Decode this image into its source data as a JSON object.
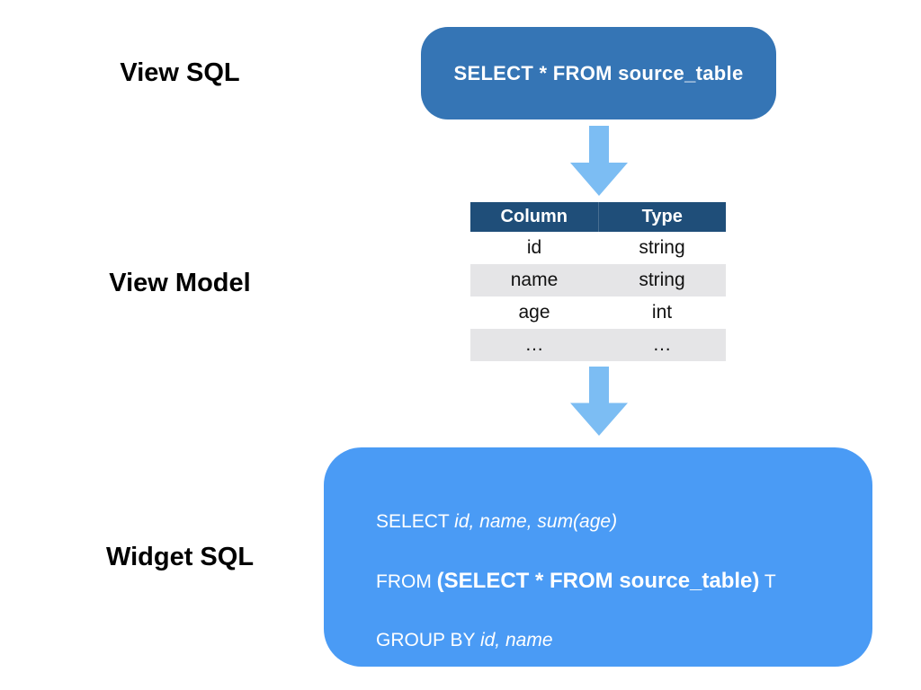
{
  "labels": {
    "view_sql": "View SQL",
    "view_model": "View Model",
    "widget_sql": "Widget SQL"
  },
  "view_sql_box": {
    "text": "SELECT * FROM source_table"
  },
  "view_model_table": {
    "headers": [
      "Column",
      "Type"
    ],
    "rows": [
      [
        "id",
        "string"
      ],
      [
        "name",
        "string"
      ],
      [
        "age",
        "int"
      ],
      [
        "…",
        "…"
      ]
    ]
  },
  "widget_sql_box": {
    "lines": [
      {
        "segments": [
          {
            "text": "SELECT ",
            "style": "regular"
          },
          {
            "text": "id, name, sum(age)",
            "style": "italic"
          }
        ]
      },
      {
        "segments": [
          {
            "text": "FROM ",
            "style": "regular"
          },
          {
            "text": "(SELECT * FROM source_table)",
            "style": "bold"
          },
          {
            "text": " T",
            "style": "regular"
          }
        ]
      },
      {
        "segments": [
          {
            "text": "GROUP BY ",
            "style": "regular"
          },
          {
            "text": "id, name",
            "style": "italic"
          }
        ]
      }
    ]
  },
  "colors": {
    "view_sql_box_bg": "#3575B5",
    "widget_sql_box_bg": "#4A9BF5",
    "table_header_bg": "#1F4E79",
    "table_alt_row_bg": "#E5E5E7",
    "arrow_fill": "#7CBDF3",
    "box_text": "#FFFFFF",
    "table_text": "#111111",
    "label_text": "#000000"
  }
}
